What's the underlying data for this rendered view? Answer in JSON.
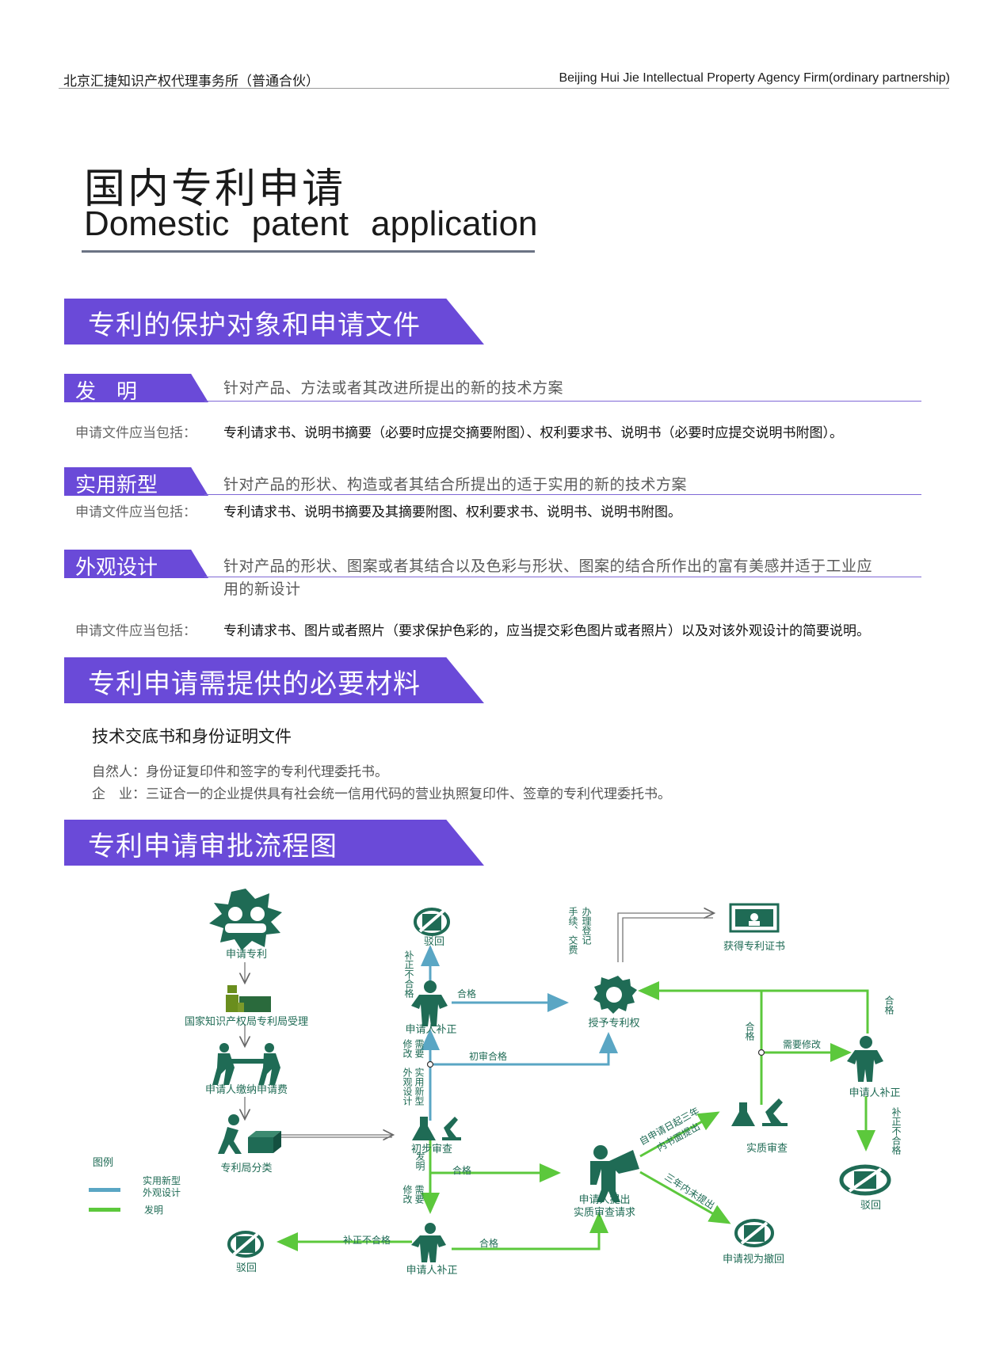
{
  "header": {
    "left": "北京汇捷知识产权代理事务所（普通合伙）",
    "right": "Beijing Hui Jie Intellectual Property Agency Firm(ordinary partnership)"
  },
  "title": {
    "cn": "国内专利申请",
    "en": "Domestic patent application"
  },
  "sections": {
    "s1": "专利的保护对象和申请文件",
    "s2": "专利申请需提供的必要材料",
    "s3": "专利申请审批流程图"
  },
  "types": [
    {
      "tag": "发　明",
      "desc": "针对产品、方法或者其改进所提出的新的技术方案",
      "label": "申请文件应当包括：",
      "docs": "专利请求书、说明书摘要（必要时应提交摘要附图）、权利要求书、说明书（必要时应提交说明书附图）。"
    },
    {
      "tag": "实用新型",
      "desc": "针对产品的形状、构造或者其结合所提出的适于实用的新的技术方案",
      "label": "申请文件应当包括：",
      "docs": "专利请求书、说明书摘要及其摘要附图、权利要求书、说明书、说明书附图。"
    },
    {
      "tag": "外观设计",
      "desc_1": "针对产品的形状、图案或者其结合以及色彩与形状、图案的结合所作出的富有美感并适于工业应",
      "desc_2": "用的新设计",
      "label": "申请文件应当包括：",
      "docs": "专利请求书、图片或者照片（要求保护色彩的，应当提交彩色图片或者照片）以及对该外观设计的简要说明。"
    }
  ],
  "materials": {
    "heading": "技术交底书和身份证明文件",
    "person": "自然人：身份证复印件和签字的专利代理委托书。",
    "company": "企　业：三证合一的企业提供具有社会统一信用代码的营业执照复印件、签章的专利代理委托书。"
  },
  "flow": {
    "colors": {
      "icon": "#1f6b55",
      "blue": "#5aa6c4",
      "green": "#5cc83c",
      "gray": "#808080"
    },
    "nodes": {
      "apply": "申请专利",
      "office": "国家知识产权局专利局受理",
      "fee": "申请人缴纳申请费",
      "classify": "专利局分类",
      "prelim": "初步审查",
      "reject_top": "驳回",
      "fix_top": "申请人补正",
      "grant": "授予专利权",
      "certificate": "获得专利证书",
      "fix_bottom": "申请人补正",
      "reject_left": "驳回",
      "request": "申请人提出实质审查请求",
      "request_1": "申请人提出",
      "request_2": "实质审查请求",
      "substantive": "实质审查",
      "fix_right": "申请人补正",
      "reject_right": "驳回",
      "withdrawn": "申请视为撤回"
    },
    "labels": {
      "unqualified_fix": "补正不合格",
      "qualified": "合格",
      "need_fix": "需要修改",
      "prelim_ok": "初审合格",
      "fee_register_1": "办理登记",
      "fee_register_2": "手续、交费",
      "utility_design_1": "实用新型",
      "utility_design_2": "外观设计",
      "invention": "发明",
      "need_modify_1": "需要",
      "need_modify_2": "修改",
      "within3": "自申请日起三年内书面提出",
      "within3_a": "自申请日起三年",
      "within3_b": "内书面提出",
      "not3": "三年内未提出"
    },
    "legend": {
      "title": "图例",
      "blue_1": "实用新型",
      "blue_2": "外观设计",
      "green": "发明"
    }
  }
}
